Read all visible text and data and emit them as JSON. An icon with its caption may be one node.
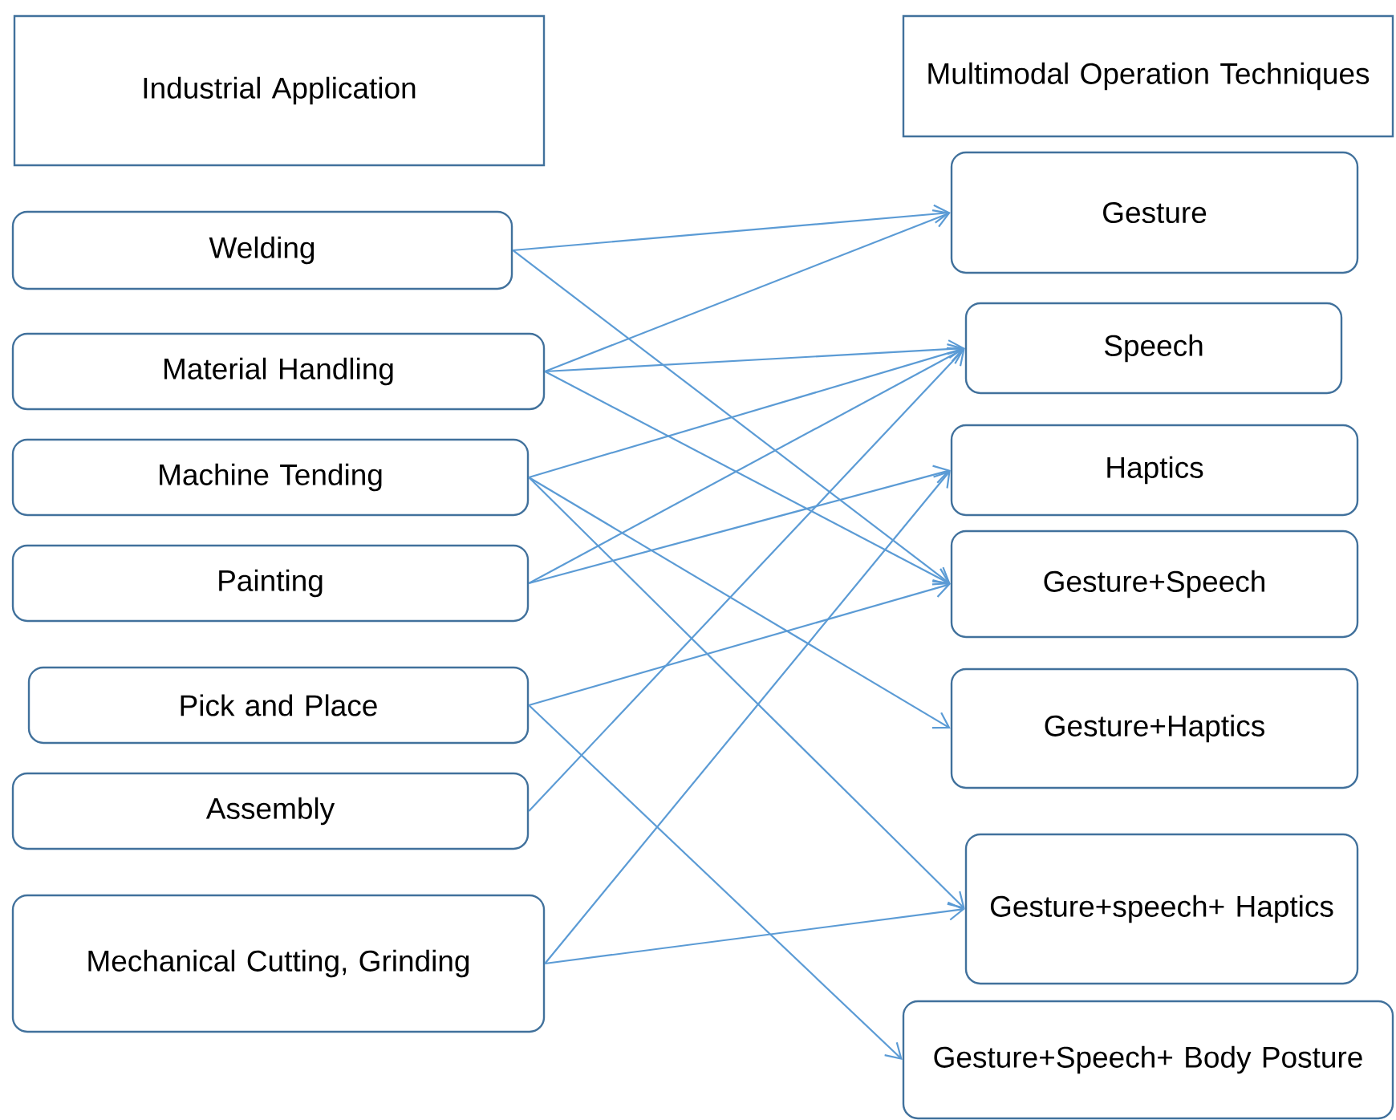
{
  "diagram": {
    "nodes": [
      {
        "text": [
          "Industrial Application"
        ]
      },
      {
        "text": [
          "Welding"
        ]
      },
      {
        "text": [
          "Material Handling"
        ]
      },
      {
        "text": [
          "Machine Tending"
        ]
      },
      {
        "text": [
          "Painting"
        ]
      },
      {
        "text": [
          "Pick and Place"
        ]
      },
      {
        "text": [
          "Assembly"
        ]
      },
      {
        "text": [
          "Mechanical Cutting, Grinding"
        ]
      },
      {
        "text": [
          "Multimodal Operation Techniques"
        ]
      },
      {
        "text": [
          "Gesture"
        ]
      },
      {
        "text": [
          "Speech"
        ]
      },
      {
        "text": [
          "Haptics"
        ]
      },
      {
        "text": [
          "Gesture+Speech"
        ]
      },
      {
        "text": [
          "Gesture+Haptics"
        ]
      },
      {
        "text": [
          "Gesture+speech+ Haptics"
        ]
      },
      {
        "text": [
          "Gesture+Speech+ Body Posture"
        ]
      }
    ],
    "edges": [
      {
        "from": 1,
        "to": 9,
        "arrow": "to"
      },
      {
        "from": 1,
        "to": 12,
        "arrow": "to"
      },
      {
        "from": 2,
        "to": 9,
        "arrow": "to"
      },
      {
        "from": 2,
        "to": 10,
        "arrow": "to"
      },
      {
        "from": 2,
        "to": 12,
        "arrow": "to"
      },
      {
        "from": 3,
        "to": 10,
        "arrow": "to"
      },
      {
        "from": 3,
        "to": 13,
        "arrow": "to"
      },
      {
        "from": 3,
        "to": 14,
        "arrow": "to"
      },
      {
        "from": 4,
        "to": 10,
        "arrow": "to"
      },
      {
        "from": 4,
        "to": 11,
        "arrow": "to"
      },
      {
        "from": 5,
        "to": 12,
        "arrow": "to"
      },
      {
        "from": 5,
        "to": 15,
        "arrow": "to"
      },
      {
        "from": 6,
        "to": 10,
        "arrow": "to"
      },
      {
        "from": 7,
        "to": 11,
        "arrow": "to"
      },
      {
        "from": 7,
        "to": 14,
        "arrow": "to"
      }
    ]
  }
}
